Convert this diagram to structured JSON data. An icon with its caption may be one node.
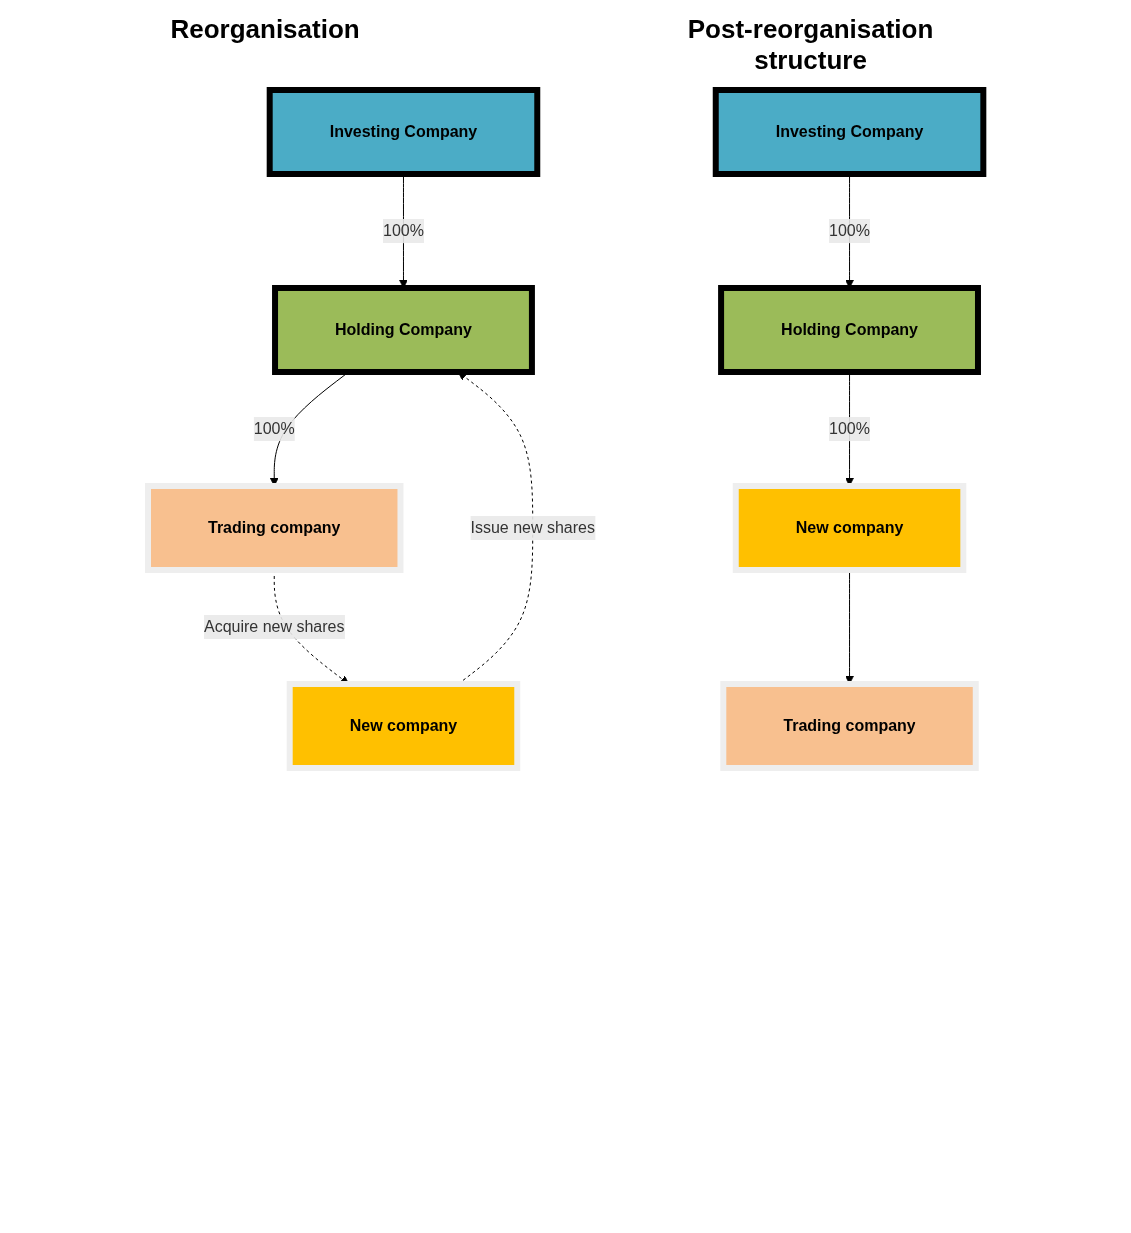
{
  "diagram": {
    "nodes": [
      {
        "text": [
          "Investing Company"
        ]
      },
      {
        "text": [
          "Holding Company"
        ]
      },
      {
        "text": [
          "New company"
        ]
      },
      {
        "text": [
          "Trading company"
        ]
      },
      {
        "text": [
          "Investing Company"
        ]
      },
      {
        "text": [
          "Holding Company"
        ]
      },
      {
        "text": [
          "New company"
        ]
      },
      {
        "text": [
          "Trading company"
        ]
      }
    ],
    "edges": [
      {
        "from": 0,
        "to": 1,
        "arrow": "to",
        "label": "100%"
      },
      {
        "from": 1,
        "to": 3,
        "arrow": "to",
        "label": "100%"
      },
      {
        "from": 2,
        "to": 1,
        "arrow": "to",
        "label": "Issue new shares",
        "style": "dashed"
      },
      {
        "from": 3,
        "to": 2,
        "arrow": "to",
        "label": "Acquire new shares",
        "style": "dashed"
      },
      {
        "from": 4,
        "to": 5,
        "arrow": "to",
        "label": "100%"
      },
      {
        "from": 5,
        "to": 6,
        "arrow": "to",
        "label": "100%"
      },
      {
        "from": 6,
        "to": 7,
        "arrow": "to"
      }
    ],
    "labels": [
      "Reorganisation",
      "Post-reorganisation structure"
    ]
  }
}
